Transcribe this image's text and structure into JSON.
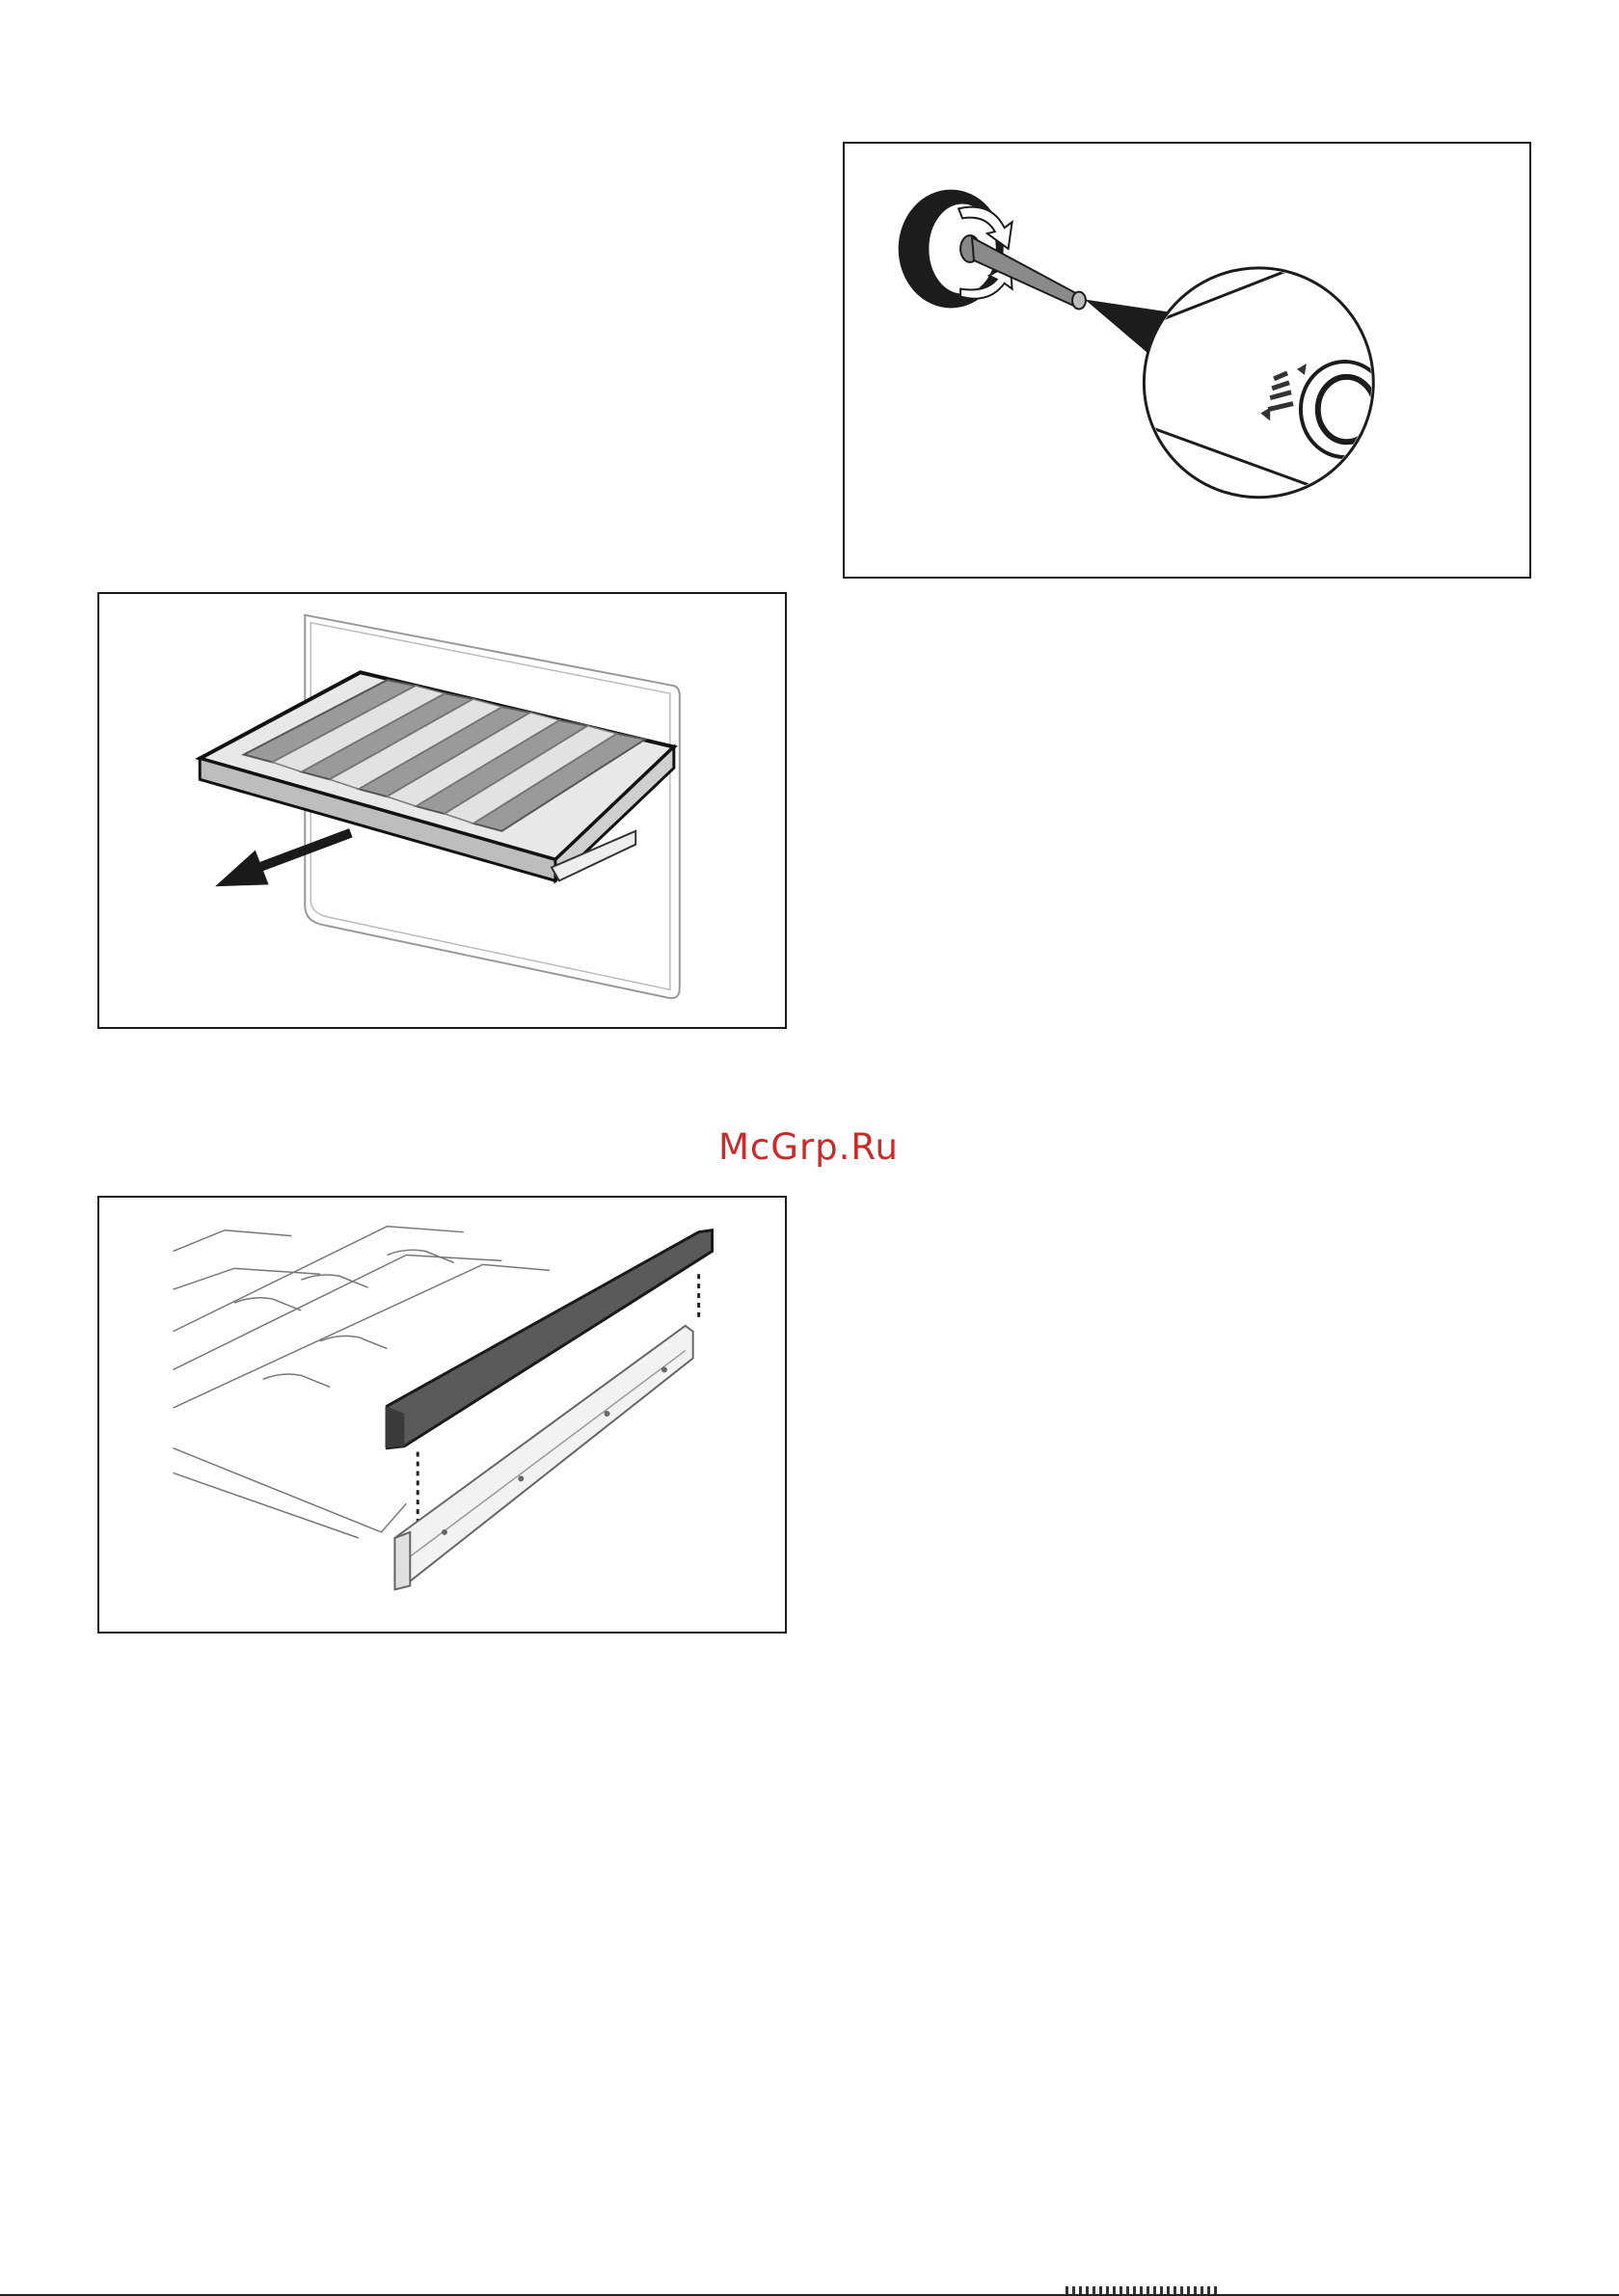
{
  "watermark": {
    "text": "McGrp.Ru",
    "color": "#cc2a2a"
  },
  "figures": [
    {
      "id": "knob-figure",
      "depicts": "temperature-knob-with-magnified-markings"
    },
    {
      "id": "shelf-figure",
      "depicts": "pull-out-wine-shelf-with-arrow"
    },
    {
      "id": "rail-figure",
      "depicts": "shelf-front-trim-and-slide-rail"
    }
  ]
}
